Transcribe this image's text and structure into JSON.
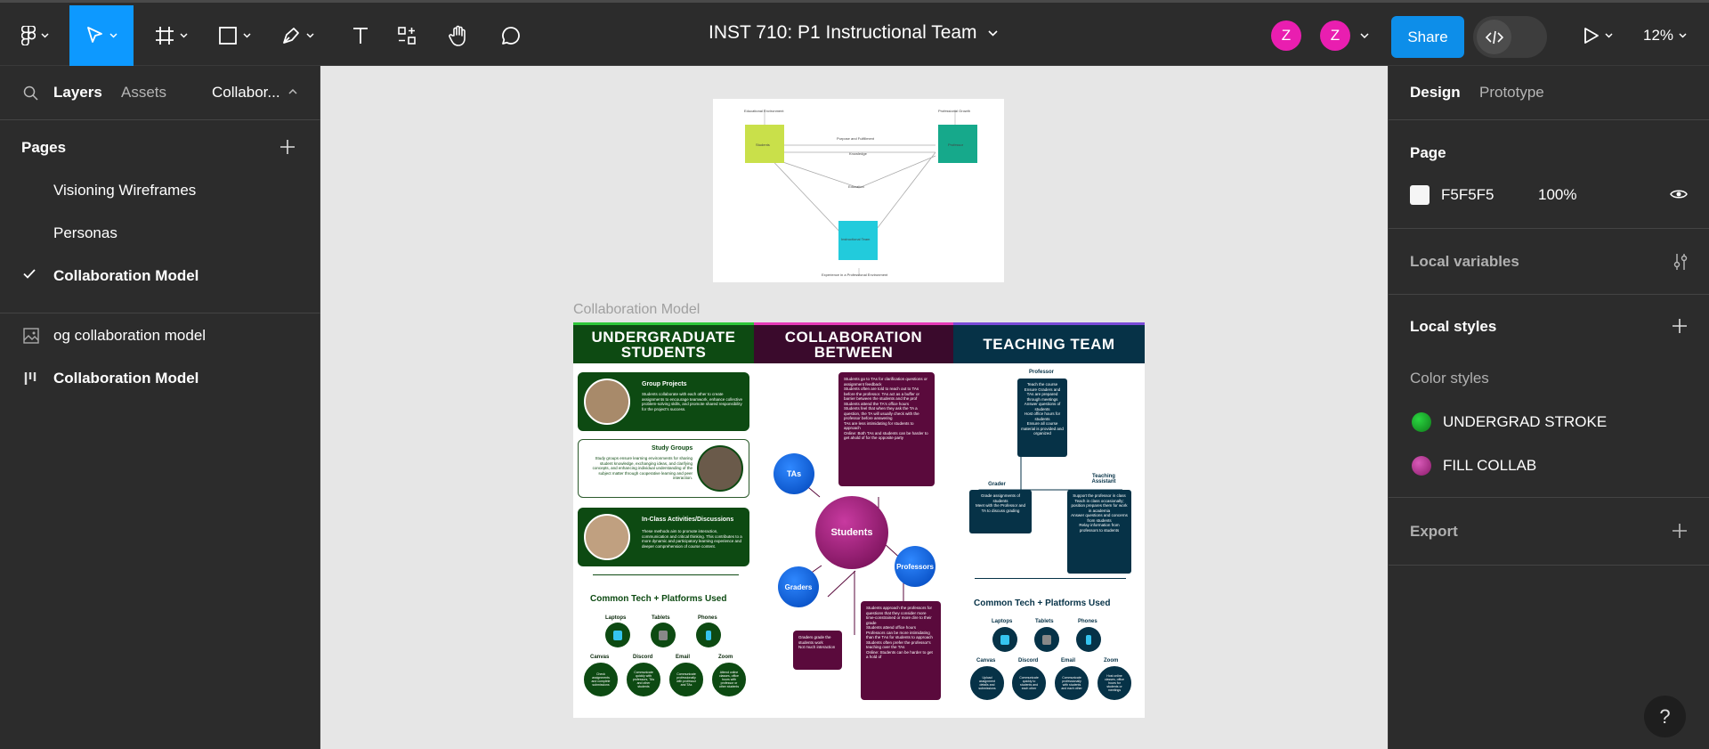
{
  "toolbar": {
    "file_title": "INST 710: P1 Instructional Team",
    "avatars": [
      "Z",
      "Z"
    ],
    "share_label": "Share",
    "zoom": "12%"
  },
  "left_panel": {
    "tabs": {
      "layers": "Layers",
      "assets": "Assets",
      "page_switcher": "Collabor..."
    },
    "pages_heading": "Pages",
    "pages": [
      {
        "label": "Visioning Wireframes",
        "selected": false
      },
      {
        "label": "Personas",
        "selected": false
      },
      {
        "label": "Collaboration Model",
        "selected": true
      }
    ],
    "layers": [
      {
        "label": "og collaboration model",
        "icon": "image-icon",
        "bold": false
      },
      {
        "label": "Collaboration Model",
        "icon": "frame-layout-icon",
        "bold": true
      }
    ]
  },
  "canvas": {
    "og_frame": {
      "labels": {
        "top_left": "Educational Environment",
        "top_right": "Professional Growth",
        "students": "Students",
        "professor": "Professor",
        "instructional": "Instructional Team",
        "purpose": "Purpose and Fulfillment",
        "knowledge": "Knowledge",
        "education": "Education",
        "bottom": "Experience in a Professional Environment"
      }
    },
    "frame_label": "Collaboration Model",
    "model": {
      "col_headers": [
        "UNDERGRADUATE STUDENTS",
        "COLLABORATION BETWEEN",
        "TEACHING TEAM"
      ],
      "cards": [
        {
          "title": "Group Projects",
          "text": "Students collaborate with each other to create assignments to encourage teamwork, enhance collective problem-solving skills, and promote shared responsibility for the project's success."
        },
        {
          "title": "Study Groups",
          "text": "Study groups ensure learning environments for sharing student knowledge, exchanging ideas, and clarifying concepts, and enhancing individual understanding of the subject matter through cooperative learning and peer interaction."
        },
        {
          "title": "In-Class Activities/Discussions",
          "text": "These methods aim to promote interaction, communication and critical thinking. This contributes to a more dynamic and participatory learning experience and deeper comprehension of course content."
        }
      ],
      "tech_title": "Common Tech + Platforms Used",
      "devices": [
        "Laptops",
        "Tablets",
        "Phones"
      ],
      "platforms_left": [
        {
          "name": "Canvas",
          "text": "Check assignments and complete submissions"
        },
        {
          "name": "Discord",
          "text": "Communicate quickly with professors, TAs and other students"
        },
        {
          "name": "Email",
          "text": "Communicate professionally with professor and TAs"
        },
        {
          "name": "Zoom",
          "text": "Attend online classes, office hours with professor or other students"
        }
      ],
      "platforms_right": [
        {
          "name": "Canvas",
          "text": "Upload assignment details and submissions"
        },
        {
          "name": "Discord",
          "text": "Communicate quickly to students and each other"
        },
        {
          "name": "Email",
          "text": "Communicate professionally with students and each other"
        },
        {
          "name": "Zoom",
          "text": "Host online classes, office hours for students or meetings"
        }
      ],
      "ta_notes": [
        "Students go to TAs for clarification questions or assignment feedback",
        "Students often are told to reach out to TAs before the professor. TAs act as a buffer or barrier between the students and the prof",
        "Students attend the TA's office hours",
        "Students feel that when they ask the TA a question, the TA will usually check with the professor before answering",
        "TAs are less intimidating for students to approach",
        "Online: Both TAs and students can be harder to get ahold of for the opposite party"
      ],
      "grader_notes": [
        "Graders grade the students work",
        "Not much interaction"
      ],
      "prof_notes": [
        "Students approach the professors for questions that they consider more time-constrained or more dire to their grade",
        "Students attend office hours",
        "Professors can be more intimidating than the TAs for students to approach",
        "Students often prefer the professor's teaching over the TAs",
        "Online: Students can be harder to get a hold of"
      ],
      "bubbles": {
        "tas": "TAs",
        "students": "Students",
        "professors": "Professors",
        "graders": "Graders"
      },
      "team": {
        "professor_label": "Professor",
        "professor_tasks": [
          "Teach the course",
          "Ensure Graders and TAs are prepared through meetings",
          "Answer questions of students",
          "Host office hours for students",
          "Ensure all course material is provided and organized"
        ],
        "grader_label": "Grader",
        "grader_tasks": [
          "Grade assignments of students",
          "Meet with the Professor and TA to discuss grading"
        ],
        "ta_label": "Teaching Assistant",
        "ta_tasks": [
          "Support the professor in class",
          "Teach in class occasionally; position prepares them for work in academia",
          "Answer questions and concerns from students",
          "Relay information from professors to students"
        ]
      }
    }
  },
  "right_panel": {
    "tabs": {
      "design": "Design",
      "prototype": "Prototype"
    },
    "page_heading": "Page",
    "page_fill_hex": "F5F5F5",
    "page_fill_opacity": "100%",
    "local_variables": "Local variables",
    "local_styles": "Local styles",
    "color_styles_heading": "Color styles",
    "color_styles": [
      {
        "name": "UNDERGRAD STROKE",
        "color": "#0f7a1a"
      },
      {
        "name": "FILL COLLAB",
        "color": "#8a1a6a"
      }
    ],
    "export": "Export"
  },
  "colors": {
    "accent": "#0d99ff",
    "undergrad_green": "#0d4a12",
    "collab_purple": "#5a0a3c",
    "teaching_teal": "#063247"
  }
}
